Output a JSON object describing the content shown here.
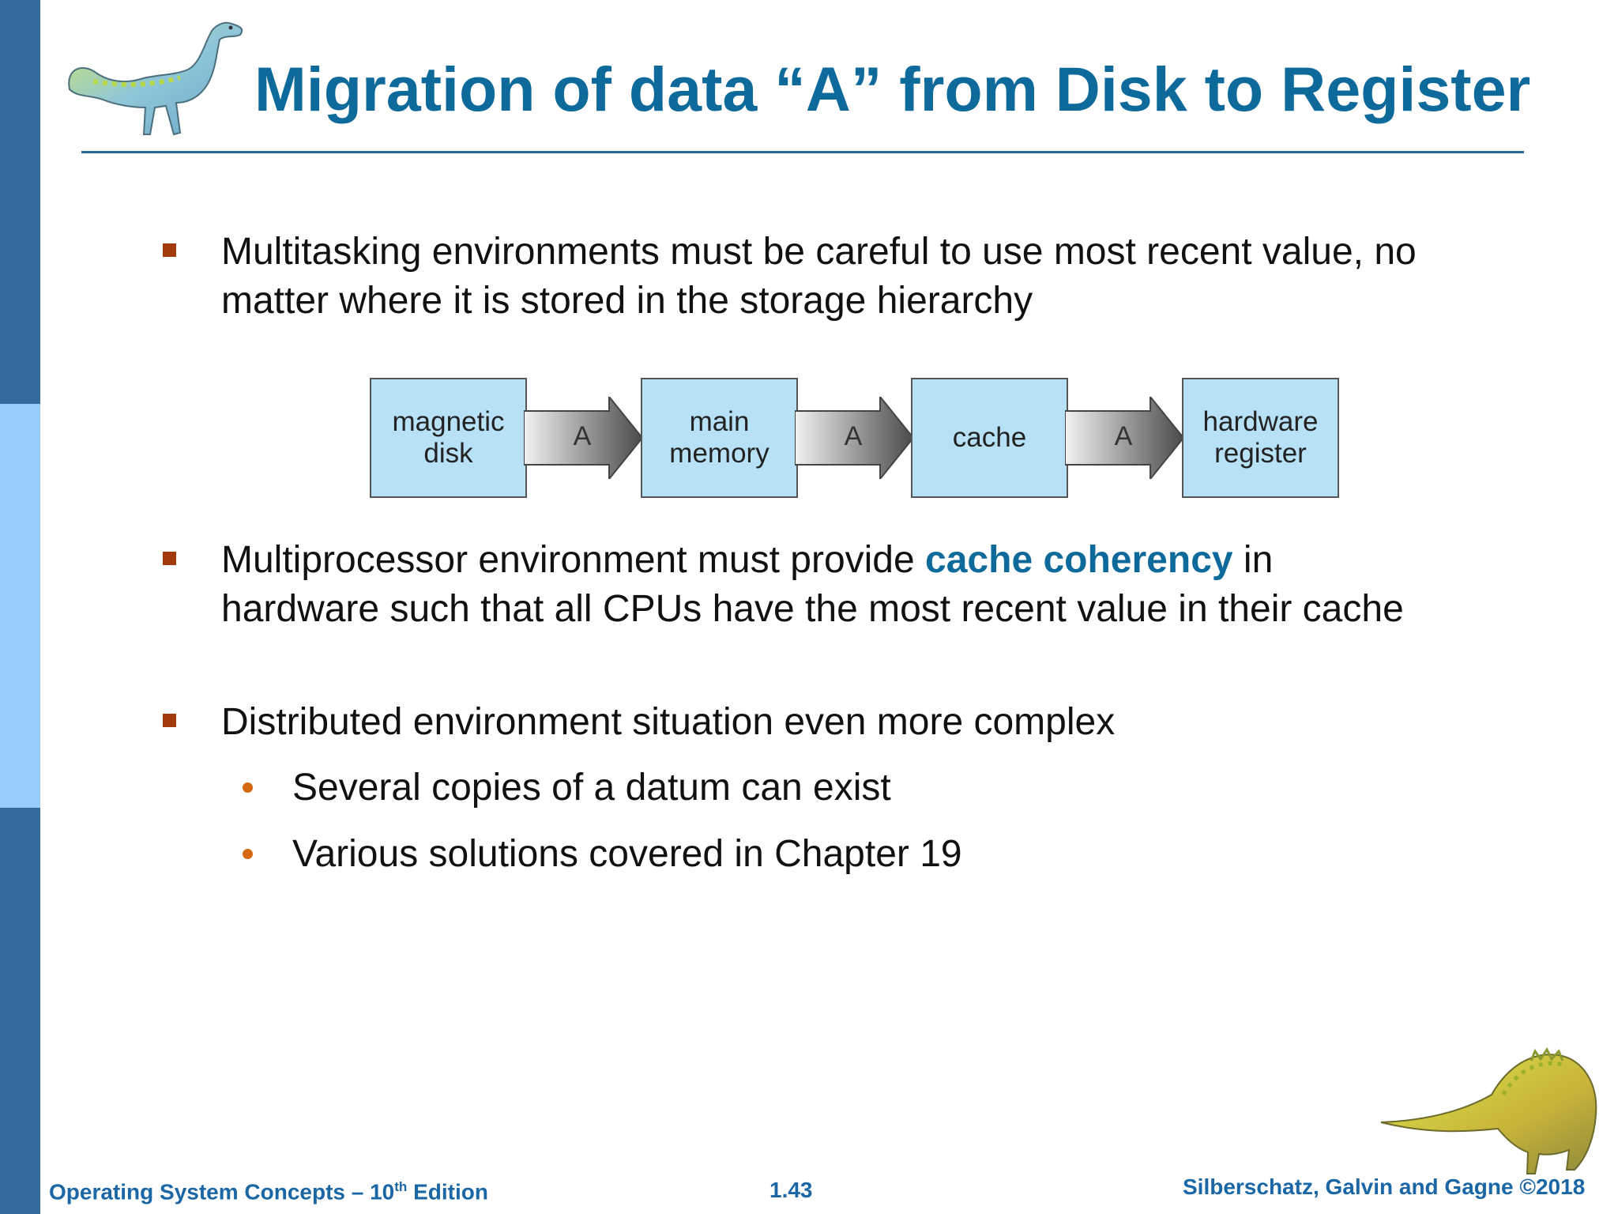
{
  "slide": {
    "title": "Migration of data “A” from Disk to Register",
    "bullets": [
      {
        "text": "Multitasking environments must be careful to use most recent value, no matter where it is stored in the storage hierarchy"
      },
      {
        "before": "Multiprocessor environment must provide ",
        "emphasis": "cache coherency",
        "after": " in hardware such that all CPUs have the most recent value in their cache"
      },
      {
        "text": "Distributed environment situation even more complex"
      }
    ],
    "sub_bullets": [
      "Several copies of a datum can exist",
      "Various solutions covered in Chapter 19"
    ]
  },
  "diagram": {
    "boxes": [
      {
        "line1": "magnetic",
        "line2": "disk"
      },
      {
        "line1": "main",
        "line2": "memory"
      },
      {
        "line1": "cache",
        "line2": ""
      },
      {
        "line1": "hardware",
        "line2": "register"
      }
    ],
    "arrow_label": "A"
  },
  "footer": {
    "left_prefix": "Operating System Concepts – 10",
    "left_sup": "th",
    "left_suffix": " Edition",
    "page": "1.43",
    "right": "Silberschatz, Galvin and Gagne ©2018"
  },
  "colors": {
    "title": "#0f6a9c",
    "sidebar_dark": "#336b9a",
    "sidebar_light": "#99ccff",
    "box_fill": "#b7e1f6",
    "bullet_square": "#a33a0b",
    "sub_bullet_dot": "#d46a0d",
    "footer_text": "#1b67a6"
  },
  "icons": [
    "dinosaur-top-illustration",
    "dinosaur-bottom-illustration"
  ]
}
